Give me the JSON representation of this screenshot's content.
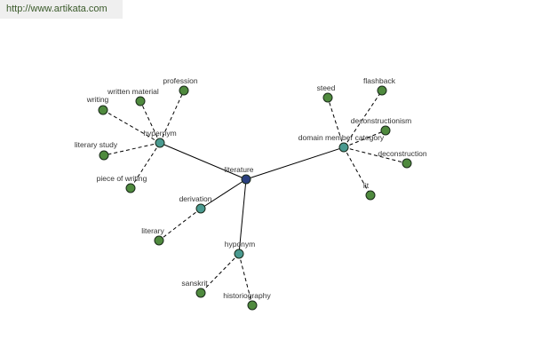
{
  "header": {
    "url": "http://www.artikata.com"
  },
  "colors": {
    "center": "#2a3f80",
    "relation": "#4a9a90",
    "leaf": "#4f8a3e"
  },
  "graph": {
    "center": {
      "id": "literature",
      "label": "literature"
    },
    "relations": [
      {
        "id": "hypernym",
        "label": "hypernym",
        "leaves": [
          "profession",
          "written material",
          "writing",
          "literary study",
          "piece of writing"
        ]
      },
      {
        "id": "domain-member-category",
        "label": "domain member category",
        "leaves": [
          "steed",
          "flashback",
          "deconstructionism",
          "deconstruction",
          "lit"
        ]
      },
      {
        "id": "derivation",
        "label": "derivation",
        "leaves": [
          "literary"
        ]
      },
      {
        "id": "hyponym",
        "label": "hyponym",
        "leaves": [
          "sanskrit",
          "historiography"
        ]
      }
    ]
  }
}
